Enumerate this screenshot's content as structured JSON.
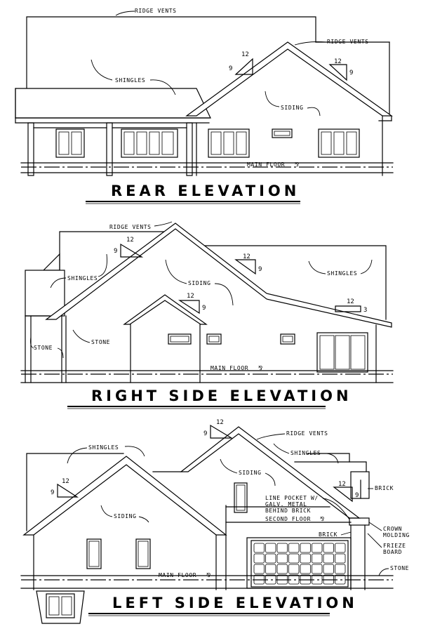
{
  "rear": {
    "title": "REAR ELEVATION",
    "notes": {
      "ridge_vents_left": "RIDGE VENTS",
      "ridge_vents_right": "RIDGE VENTS",
      "shingles": "SHINGLES",
      "siding": "SIDING",
      "main_floor": "MAIN FLOOR"
    },
    "pitch_left": {
      "run": "12",
      "rise": "9"
    },
    "pitch_right": {
      "run": "12",
      "rise": "9"
    }
  },
  "right": {
    "title": "RIGHT SIDE ELEVATION",
    "notes": {
      "ridge_vents": "RIDGE VENTS",
      "shingles_left": "SHINGLES",
      "shingles_right": "SHINGLES",
      "siding": "SIDING",
      "stone_left": "STONE",
      "stone_right": "STONE",
      "main_floor": "MAIN FLOOR"
    },
    "pitch_main": {
      "run": "12",
      "rise": "9"
    },
    "pitch_mid": {
      "run": "12",
      "rise": "9"
    },
    "pitch_gable": {
      "run": "12",
      "rise": "9"
    },
    "pitch_low": {
      "run": "12",
      "rise": "3"
    }
  },
  "left": {
    "title": "LEFT SIDE ELEVATION",
    "notes": {
      "shingles_left": "SHINGLES",
      "shingles_right": "SHINGLES",
      "ridge_vents": "RIDGE VENTS",
      "siding_left": "SIDING",
      "siding_right": "SIDING",
      "brick_top": "BRICK",
      "line_pocket_1": "LINE POCKET W/",
      "line_pocket_2": "GALV. METAL",
      "line_pocket_3": "BEHIND BRICK",
      "second_floor": "SECOND FLOOR",
      "crown_1": "CROWN",
      "crown_2": "MOLDING",
      "brick_mid": "BRICK",
      "frieze_1": "FRIEZE",
      "frieze_2": "BOARD",
      "stone": "STONE",
      "main_floor": "MAIN FLOOR"
    },
    "pitch_top": {
      "run": "12",
      "rise": "9"
    },
    "pitch_left": {
      "run": "12",
      "rise": "9"
    },
    "pitch_right": {
      "run": "12",
      "rise": "9"
    }
  }
}
